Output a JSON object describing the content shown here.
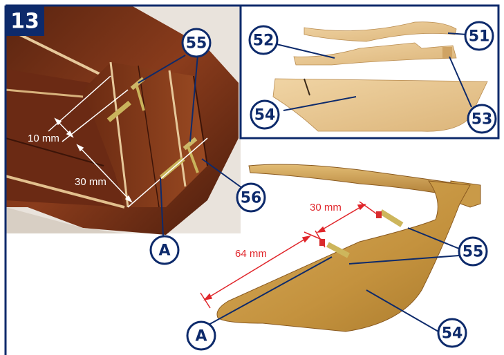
{
  "step_number": "13",
  "colors": {
    "frame_blue": "#0d2a6b",
    "dimension_red": "#e0262b",
    "dimension_white": "#ffffff",
    "hull_wood": "#7a3418",
    "pale_wood": "#e8c896",
    "rudder_wood": "#c99a4a"
  },
  "left_photo": {
    "callouts": {
      "part_55": "55",
      "part_56": "56",
      "point_a": "A"
    },
    "dimensions": {
      "spacing": "10 mm",
      "offset": "30 mm"
    }
  },
  "inset": {
    "callouts": {
      "part_51": "51",
      "part_52": "52",
      "part_53": "53",
      "part_54": "54"
    }
  },
  "right_photo": {
    "callouts": {
      "part_55": "55",
      "part_54": "54",
      "point_a": "A"
    },
    "dimensions": {
      "offset_top": "30 mm",
      "offset_long": "64 mm"
    }
  }
}
